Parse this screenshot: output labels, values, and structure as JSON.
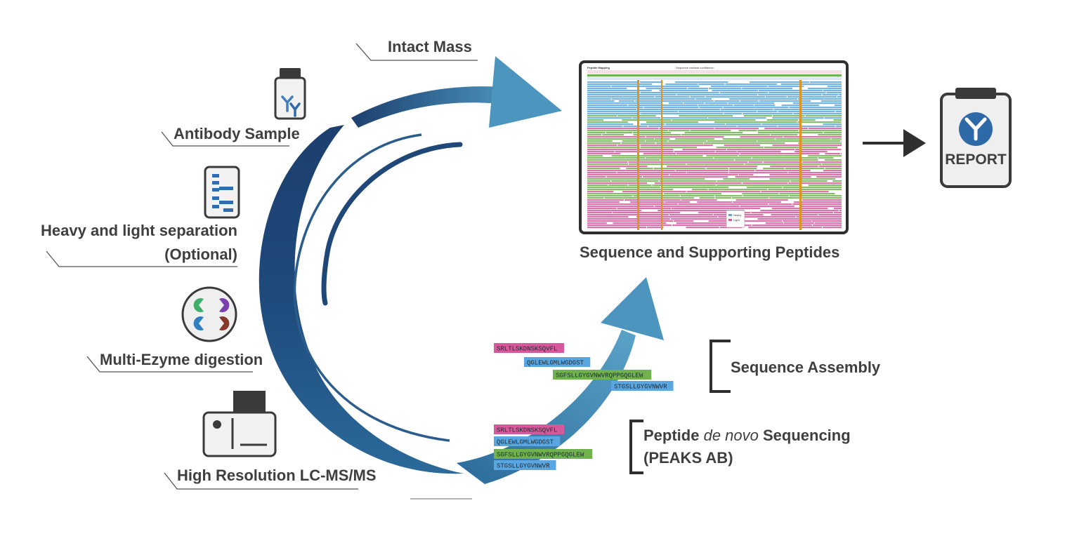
{
  "labels": {
    "intact_mass": "Intact Mass",
    "antibody_sample": "Antibody Sample",
    "heavy_light_line1": "Heavy and light separation",
    "heavy_light_line2": "(Optional)",
    "multi_enzyme": "Multi-Ezyme digestion",
    "lcms": "High Resolution LC-MS/MS",
    "sequence_supporting": "Sequence and Supporting Peptides",
    "sequence_assembly": "Sequence Assembly",
    "denovo_prefix": "Peptide ",
    "denovo_italic": "de novo",
    "denovo_suffix": " Sequencing",
    "peaks_ab": "(PEAKS AB)",
    "report": "REPORT"
  },
  "assembly_peptides": [
    {
      "text": "SRLTLSKDNSKSQVFL",
      "color": "#d55a9b"
    },
    {
      "text": "QGLEWLGMLWGDGST",
      "color": "#5aa6e0"
    },
    {
      "text": "SGFSLLGYGVNWVRQPPGQGLEW",
      "color": "#6fb24e"
    },
    {
      "text": "STGSLLGYGVNWVR",
      "color": "#5aa6e0"
    }
  ],
  "denovo_peptides": [
    {
      "text": "SRLTLSKDNSKSQVFL",
      "color": "#d55a9b"
    },
    {
      "text": "QGLEWLGMLWGDGST",
      "color": "#5aa6e0"
    },
    {
      "text": "SGFSLLGYGVNWVRQPPGQGLEW",
      "color": "#6fb24e"
    },
    {
      "text": "STGSLLGYGVNWVR",
      "color": "#5aa6e0"
    }
  ],
  "mapping_panel": {
    "title": "Peptide Mapping",
    "legend_text": "Sequence residual confidence:",
    "legend_items": [
      "Heavy",
      "Light"
    ]
  },
  "colors": {
    "arc_dark": "#1c3f6e",
    "arc_light": "#4c95be",
    "text": "#3f3f3f",
    "pink": "#d55a9b",
    "green": "#6fb24e",
    "blue": "#5aa6e0",
    "orange": "#e09420"
  }
}
